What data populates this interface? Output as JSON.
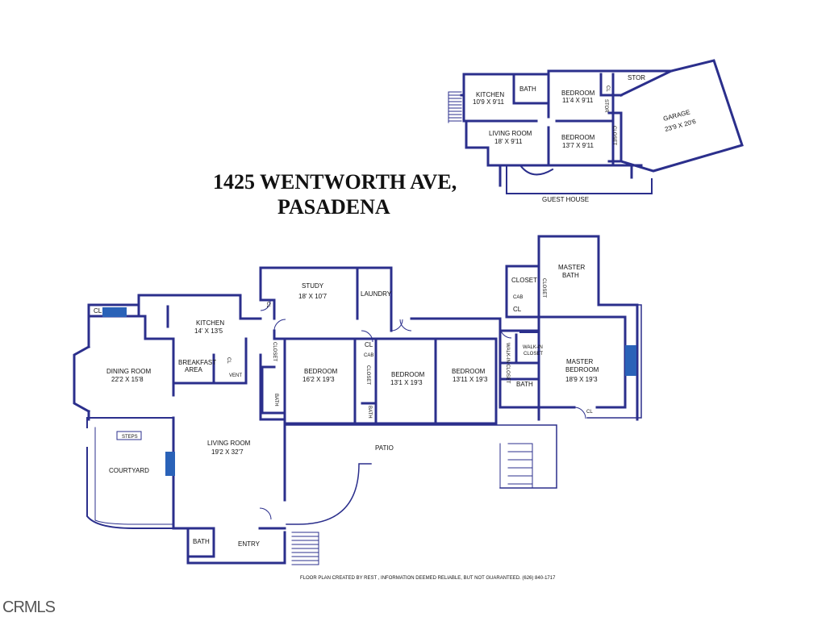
{
  "title": {
    "line1": "1425 WENTWORTH AVE,",
    "line2": "PASADENA"
  },
  "guest_house": {
    "label": "GUEST HOUSE",
    "rooms": [
      {
        "name": "KITCHEN",
        "size": "10'9 X 9'11"
      },
      {
        "name": "BATH",
        "size": ""
      },
      {
        "name": "BEDROOM",
        "size": "11'4 X 9'11"
      },
      {
        "name": "CL",
        "size": ""
      },
      {
        "name": "STOR",
        "size": ""
      },
      {
        "name": "STOR",
        "size": ""
      },
      {
        "name": "LIVING ROOM",
        "size": "18' X 9'11"
      },
      {
        "name": "BEDROOM",
        "size": "13'7 X 9'11"
      },
      {
        "name": "CLOSET",
        "size": ""
      },
      {
        "name": "GARAGE",
        "size": "23'9 X 20'6"
      }
    ]
  },
  "main_house": {
    "rooms": [
      {
        "name": "STUDY",
        "size": "18' X 10'7"
      },
      {
        "name": "LAUNDRY",
        "size": ""
      },
      {
        "name": "CL",
        "size": ""
      },
      {
        "name": "KITCHEN",
        "size": "14' X 13'5"
      },
      {
        "name": "CL",
        "size": ""
      },
      {
        "name": "DINING ROOM",
        "size": "22'2 X 15'8"
      },
      {
        "name": "BREAKFAST",
        "size": "AREA"
      },
      {
        "name": "CL",
        "size": ""
      },
      {
        "name": "VENT",
        "size": ""
      },
      {
        "name": "CLOSET",
        "size": ""
      },
      {
        "name": "BEDROOM",
        "size": "16'2 X 19'3"
      },
      {
        "name": "BATH",
        "size": ""
      },
      {
        "name": "CL",
        "size": ""
      },
      {
        "name": "CAB",
        "size": ""
      },
      {
        "name": "CLOSET",
        "size": ""
      },
      {
        "name": "BEDROOM",
        "size": "13'1 X 19'3"
      },
      {
        "name": "BATH",
        "size": ""
      },
      {
        "name": "BEDROOM",
        "size": "13'11 X 19'3"
      },
      {
        "name": "CLOSET",
        "size": ""
      },
      {
        "name": "CAB",
        "size": ""
      },
      {
        "name": "CL",
        "size": ""
      },
      {
        "name": "CLOSET",
        "size": ""
      },
      {
        "name": "MASTER",
        "size": "BATH"
      },
      {
        "name": "WALK-IN CLOSET",
        "size": ""
      },
      {
        "name": "WALK-IN",
        "size": "CLOSET"
      },
      {
        "name": "BATH",
        "size": ""
      },
      {
        "name": "MASTER",
        "size": "BEDROOM"
      },
      {
        "name": "18'9 X 19'3",
        "size": ""
      },
      {
        "name": "CL",
        "size": ""
      },
      {
        "name": "STEPS",
        "size": ""
      },
      {
        "name": "COURTYARD",
        "size": ""
      },
      {
        "name": "LIVING ROOM",
        "size": "19'2 X 32'7"
      },
      {
        "name": "PATIO",
        "size": ""
      },
      {
        "name": "BATH",
        "size": ""
      },
      {
        "name": "ENTRY",
        "size": ""
      }
    ]
  },
  "footer": "FLOOR PLAN CREATED BY REST , INFORMATION DEEMED RELIABLE, BUT NOT GUARANTEED.   (626) 840-1717",
  "watermark": "CRMLS",
  "colors": {
    "wall": "#2b2f8c",
    "wall_light": "#6a78c8",
    "fireplace": "#2a62b8",
    "text": "#111111"
  }
}
